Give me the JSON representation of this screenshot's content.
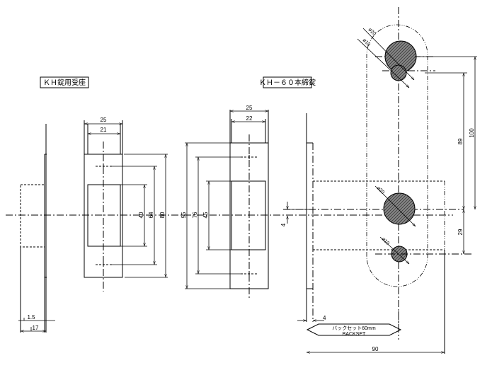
{
  "labels": {
    "kh_strike": "ＫＨ錠用受座",
    "kh60_body": "ＫＨ－６０本締錠",
    "backset_jp": "バックセット60mm",
    "backset_en": "BACKSET"
  },
  "dimensions": {
    "strike_front_width": "25",
    "strike_inner_width": "21",
    "strike_opening_height": "40",
    "strike_screw_pitch": "64",
    "strike_overall_height": "80",
    "strike_plate_thickness": "1.5",
    "strike_depth": "17",
    "faceplate_width": "25",
    "faceplate_inner_width": "22",
    "faceplate_overall_height": "95",
    "faceplate_screw_pitch": "76",
    "faceplate_opening_height": "45",
    "bolt_offset": "4",
    "faceplate_thickness": "4",
    "cylinder_dia_large_top": "ø20",
    "cylinder_dia_small_top": "ø10",
    "cylinder_dia_large_bottom": "ø20",
    "cylinder_dia_small_bottom": "ø10",
    "center_distance_100": "100",
    "center_distance_89": "89",
    "center_distance_29": "29",
    "case_depth": "90"
  },
  "colors": {
    "line": "#000000",
    "hatch_fill": "#555555",
    "background": "#ffffff"
  }
}
